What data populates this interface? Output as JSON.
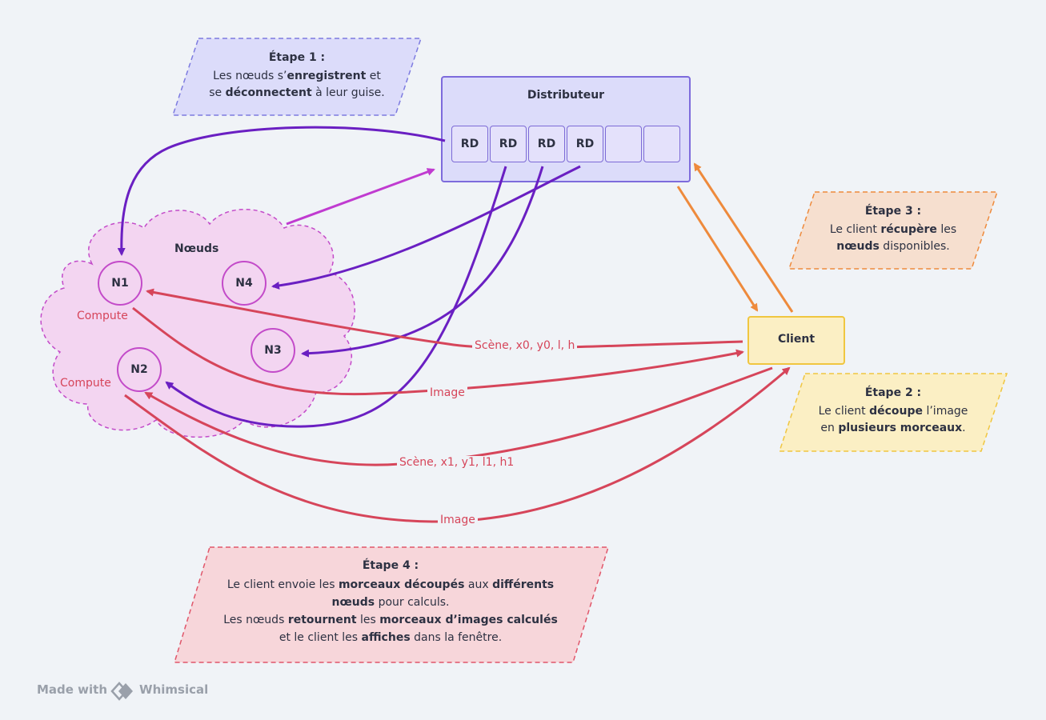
{
  "distributor": {
    "title": "Distributeur",
    "cells": [
      "RD",
      "RD",
      "RD",
      "RD",
      "",
      ""
    ]
  },
  "nodes_group": {
    "title": "Nœuds",
    "nodes": [
      "N1",
      "N2",
      "N3",
      "N4"
    ],
    "compute_label_1": "Compute",
    "compute_label_2": "Compute"
  },
  "client": {
    "title": "Client"
  },
  "steps": {
    "step1": {
      "title": "Étape 1 :",
      "line1_a": "Les nœuds s’",
      "line1_b": "enregistrent",
      "line1_c": " et",
      "line2_a": "se ",
      "line2_b": "déconnectent",
      "line2_c": " à leur guise."
    },
    "step2": {
      "title": "Étape 2 :",
      "line1_a": "Le client ",
      "line1_b": "découpe",
      "line1_c": " l’image",
      "line2_a": "en ",
      "line2_b": "plusieurs morceaux",
      "line2_c": "."
    },
    "step3": {
      "title": "Étape 3 :",
      "line1_a": "Le client ",
      "line1_b": "récupère",
      "line1_c": " les",
      "line2_b": "nœuds",
      "line2_c": " disponibles."
    },
    "step4": {
      "title": "Étape 4 :",
      "line1_a": "Le client envoie les ",
      "line1_b": "morceaux découpés",
      "line1_c": " aux ",
      "line1_d": "différents",
      "line2_b": "nœuds",
      "line2_c": " pour calculs.",
      "line3_a": "Les nœuds ",
      "line3_b": "retournent",
      "line3_c": " les ",
      "line3_d": "morceaux d’images calculés",
      "line4_a": "et le client les ",
      "line4_b": "affiches",
      "line4_c": " dans la fenêtre."
    }
  },
  "edge_labels": {
    "scene1": "Scène, x0, y0, l, h",
    "image1": "Image",
    "scene2": "Scène, x1, y1, l1, h1",
    "image2": "Image"
  },
  "footer": {
    "made_with": "Made with",
    "brand": "Whimsical"
  },
  "colors": {
    "purple_arrow": "#6a1fc2",
    "magenta_arrow": "#c03bd0",
    "red_arrow": "#d6455a",
    "orange_arrow": "#ee8a3c"
  }
}
